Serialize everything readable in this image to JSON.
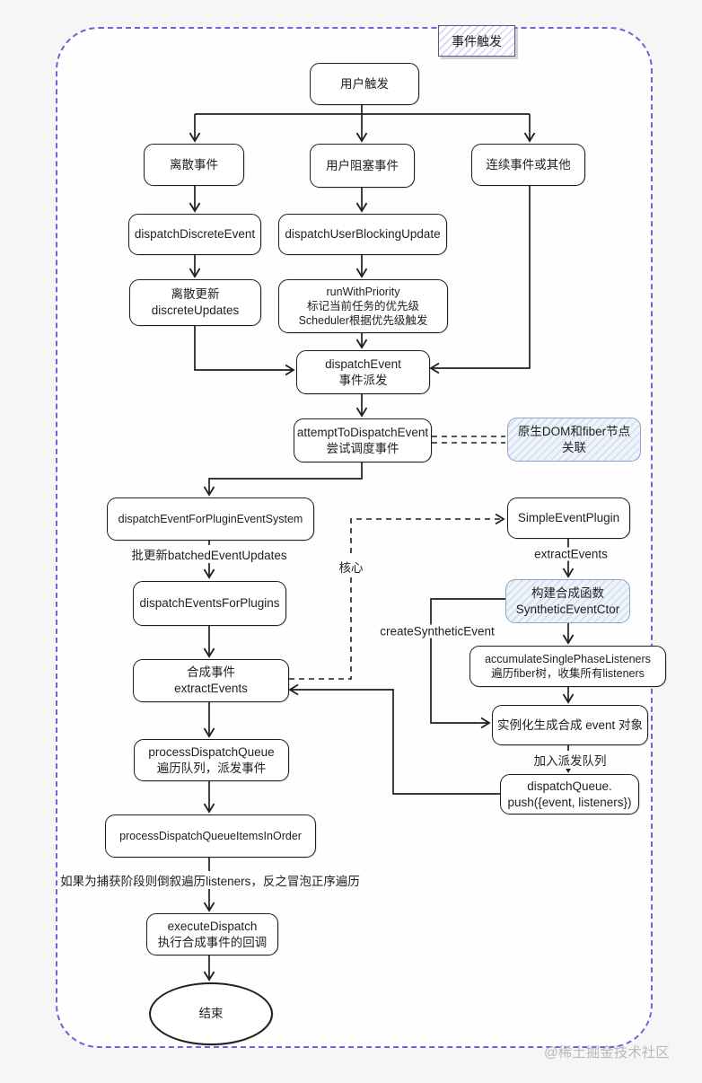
{
  "badge": {
    "label": "事件触发"
  },
  "nodes": {
    "userTrigger": "用户触发",
    "discreteEvent": "离散事件",
    "userBlockingEvent": "用户阻塞事件",
    "continuousEvent": "连续事件或其他",
    "dispatchDiscreteEvent": "dispatchDiscreteEvent",
    "dispatchUserBlockingUpdate": "dispatchUserBlockingUpdate",
    "discreteUpdates": "离散更新\ndiscreteUpdates",
    "runWithPriority": "runWithPriority\n标记当前任务的优先级\nScheduler根据优先级触发",
    "dispatchEvent": "dispatchEvent\n事件派发",
    "attemptToDispatchEvent": "attemptToDispatchEvent\n尝试调度事件",
    "domFiberLink": "原生DOM和fiber节点\n关联",
    "dispatchEventForPluginEventSystem": "dispatchEventForPluginEventSystem",
    "dispatchEventsForPlugins": "dispatchEventsForPlugins",
    "syntheticExtractEvents": "合成事件\nextractEvents",
    "simpleEventPlugin": "SimpleEventPlugin",
    "syntheticEventCtor": "构建合成函数\nSyntheticEventCtor",
    "accumulateSinglePhaseListeners": "accumulateSinglePhaseListeners\n遍历fiber树，收集所有listeners",
    "instantiateEvent": "实例化生成合成 event 对象",
    "dispatchQueuePush": "dispatchQueue.\npush({event, listeners})",
    "processDispatchQueue": "processDispatchQueue\n遍历队列，派发事件",
    "processDispatchQueueItemsInOrder": "processDispatchQueueItemsInOrder",
    "executeDispatch": "executeDispatch\n执行合成事件的回调",
    "end": "结束"
  },
  "edge_labels": {
    "batchedEventUpdates": "批更新batchedEventUpdates",
    "extractEvents": "extractEvents",
    "core": "核心",
    "createSyntheticEvent": "createSyntheticEvent",
    "joinQueue": "加入派发队列",
    "listenerOrderNote": "如果为捕获阶段则倒叙遍历listeners，反之冒泡正序遍历"
  },
  "watermark": "@稀土掘金技术社区",
  "colors": {
    "ink": "#1f1f1f",
    "container_border": "#6965db",
    "badge_border": "#5d5486",
    "badge_hatch": "#9c84d4",
    "blue_node_border": "#8ba3c6",
    "blue_node_fill": "#eff4fa",
    "watermark_text": "#b9b9b9",
    "canvas": "#fefefe",
    "page_background": "#f6f6f6"
  }
}
